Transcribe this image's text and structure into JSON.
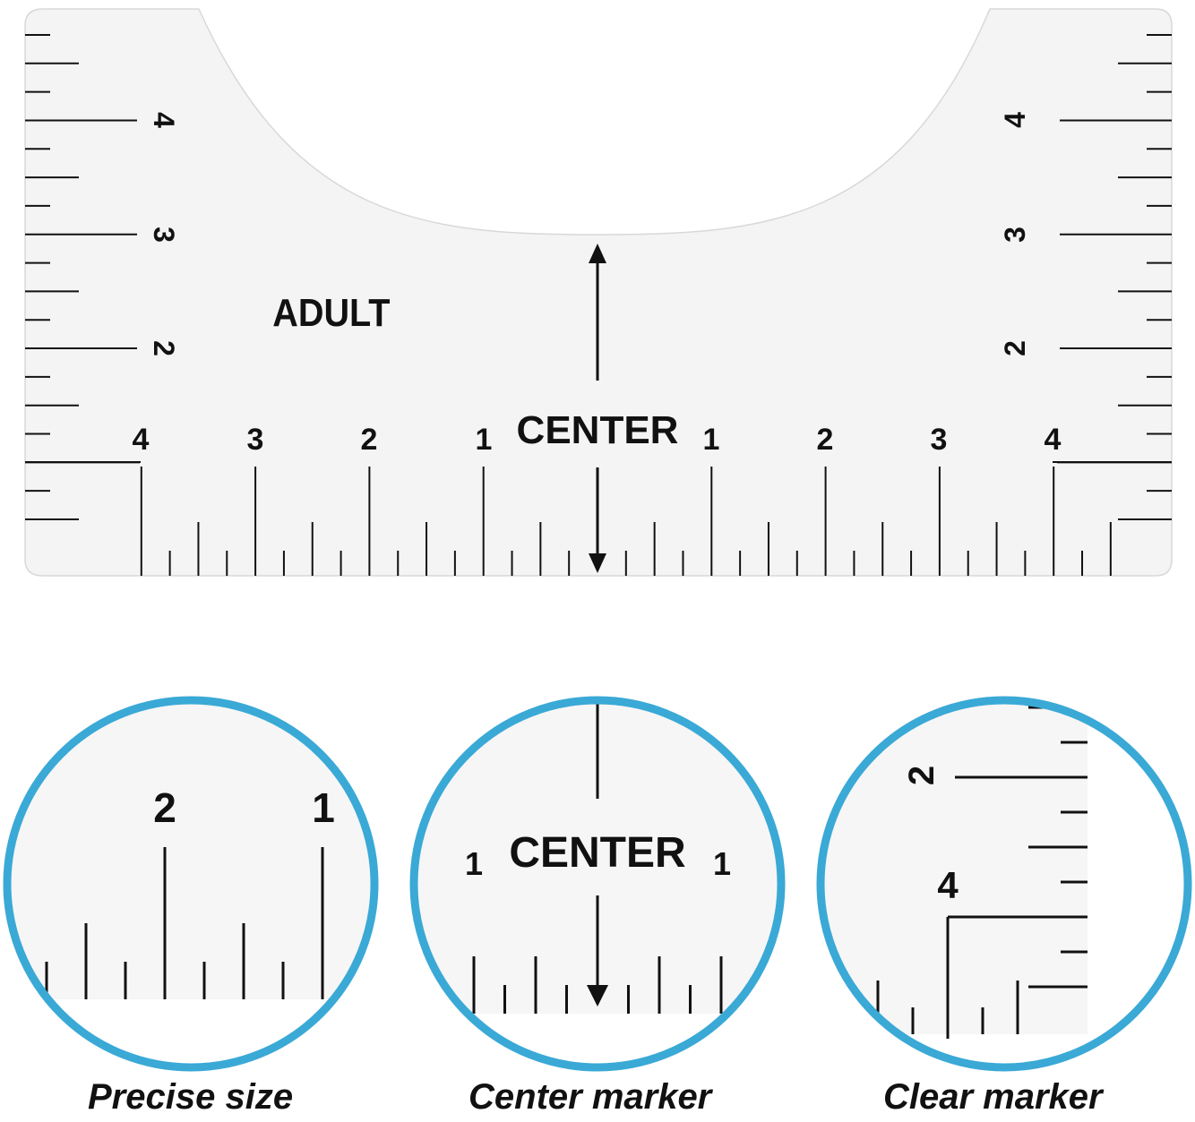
{
  "ruler": {
    "size_label": "ADULT",
    "center_label": "CENTER",
    "bottom_numbers_left": [
      "4",
      "3",
      "2",
      "1"
    ],
    "bottom_numbers_right": [
      "1",
      "2",
      "3",
      "4"
    ],
    "side_numbers": [
      "4",
      "3",
      "2"
    ]
  },
  "features": [
    {
      "caption": "Precise size",
      "numbers": [
        "2",
        "1"
      ]
    },
    {
      "caption": "Center marker",
      "center_label": "CENTER",
      "numbers": [
        "1",
        "1"
      ]
    },
    {
      "caption": "Clear marker",
      "numbers": [
        "2",
        "4"
      ]
    }
  ],
  "colors": {
    "circle_border": "#3aa9d6",
    "ruler_fill": "#f4f4f4",
    "ink": "#111111"
  }
}
